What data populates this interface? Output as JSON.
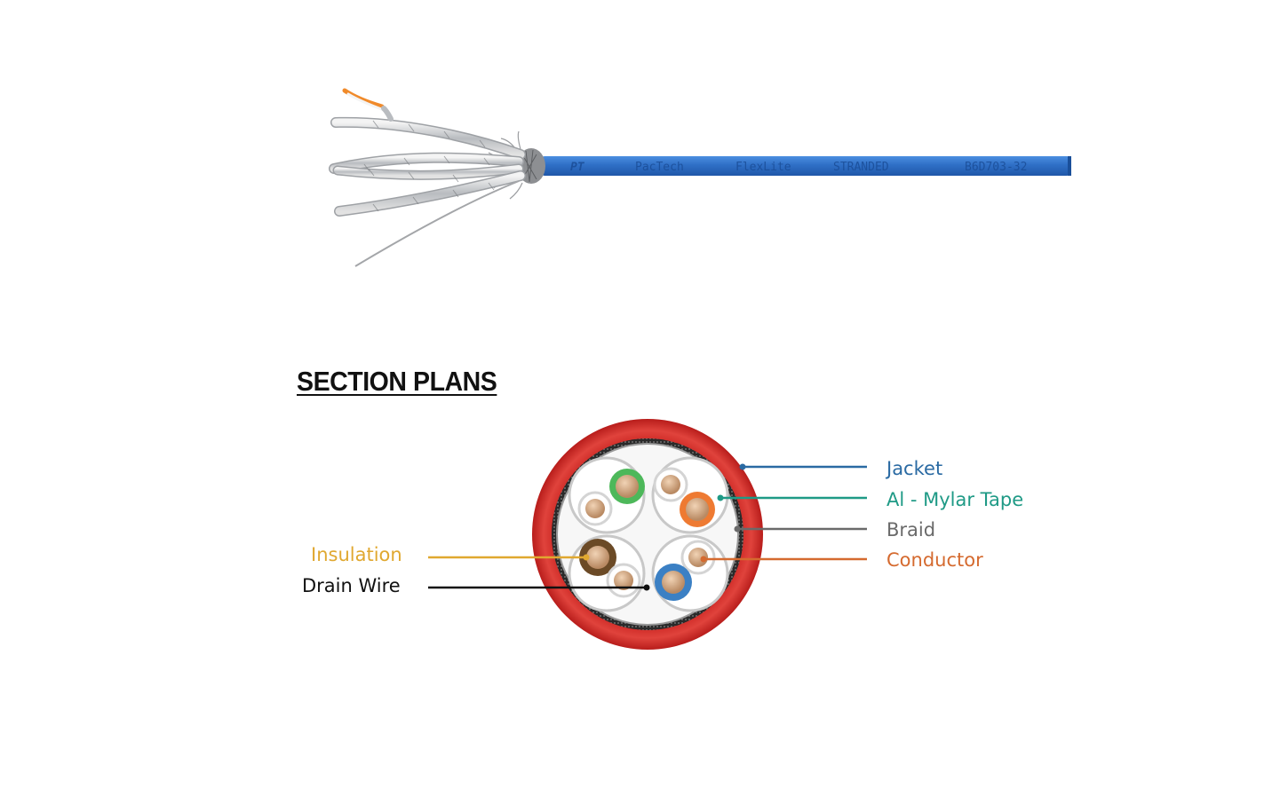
{
  "cable": {
    "jacket_print": [
      "PacTech",
      "FlexLite",
      "STRANDED",
      "B6D703-32"
    ],
    "logo": "PT"
  },
  "section": {
    "title": "SECTION PLANS"
  },
  "labels": {
    "jacket": "Jacket",
    "mylar": "Al - Mylar Tape",
    "braid": "Braid",
    "conductor": "Conductor",
    "insulation": "Insulation",
    "drain_wire": "Drain Wire"
  },
  "colors": {
    "cable_blue": "#2f6fc6",
    "jacket_red": "#d8312c",
    "jacket_label": "#2a6aa3",
    "mylar_label": "#1f9a86",
    "braid_label": "#6a6a6a",
    "conductor_label": "#d56a2f",
    "insulation_label": "#e0a830",
    "drain_label": "#111111"
  }
}
